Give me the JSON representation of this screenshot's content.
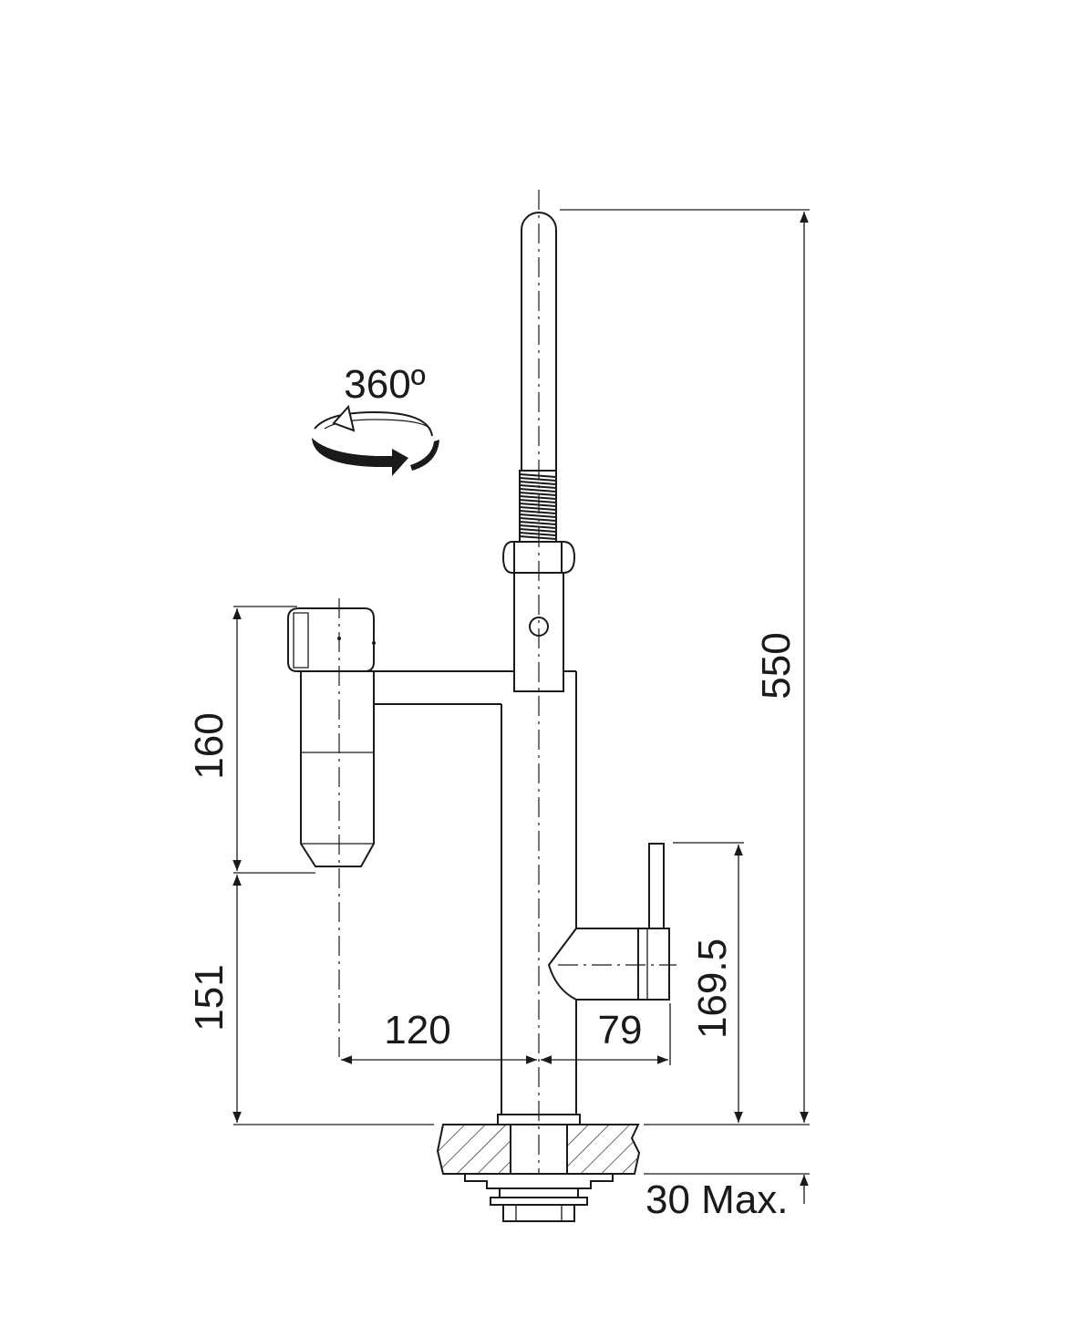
{
  "dimensions": {
    "total_height": "550",
    "rotation": "360º",
    "handshower_height": "160",
    "handshower_clearance": "151",
    "handshower_reach": "120",
    "lever_reach": "79",
    "lever_height": "169.5",
    "max_counter_thickness": "30 Max."
  },
  "colors": {
    "line": "#1a1a1a",
    "background": "#ffffff"
  }
}
